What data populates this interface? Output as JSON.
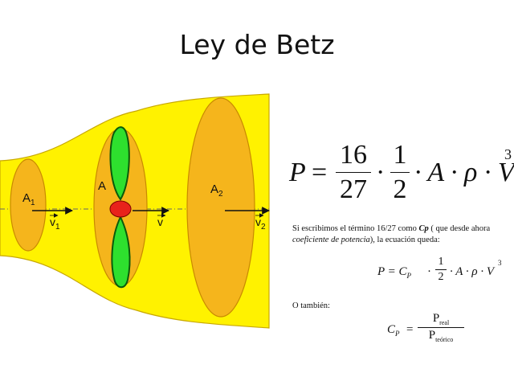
{
  "title": "Ley de Betz",
  "colors": {
    "stream": "#fff200",
    "stream_edge": "#c8a800",
    "disk": "#f5b51c",
    "disk_edge": "#c98a00",
    "blade": "#2ee02e",
    "hub": "#e8221b",
    "axis": "#666666"
  },
  "diagram": {
    "labels": {
      "a1": "A",
      "a1_sub": "1",
      "a": "A",
      "a2": "A",
      "a2_sub": "2",
      "v1": "v",
      "v1_sub": "1",
      "v": "v",
      "v2": "v",
      "v2_sub": "2"
    }
  },
  "equations": {
    "main": {
      "lhs": "P",
      "eq": "=",
      "frac1_num": "16",
      "frac1_den": "27",
      "frac2_num": "1",
      "frac2_den": "2",
      "tail": "· A · ρ · V",
      "exp": "3"
    },
    "text1_a": "Si escribimos el término 16/27 como ",
    "text1_cp": "Cp",
    "text1_b": " ( que desde ahora",
    "text2_it": "coeficiente de potencia",
    "text2_b": "), la ecuación queda:",
    "second": {
      "lhs": "P = C",
      "sub": "P",
      "dot": "·",
      "frac_num": "1",
      "frac_den": "2",
      "tail": "· A · ρ · V",
      "exp": "3"
    },
    "text3": "O también:",
    "third": {
      "lhs": "C",
      "lhs_sub": "P",
      "eq": "=",
      "num": "P",
      "num_sub": "real",
      "den": "P",
      "den_sub": "teórico"
    }
  }
}
